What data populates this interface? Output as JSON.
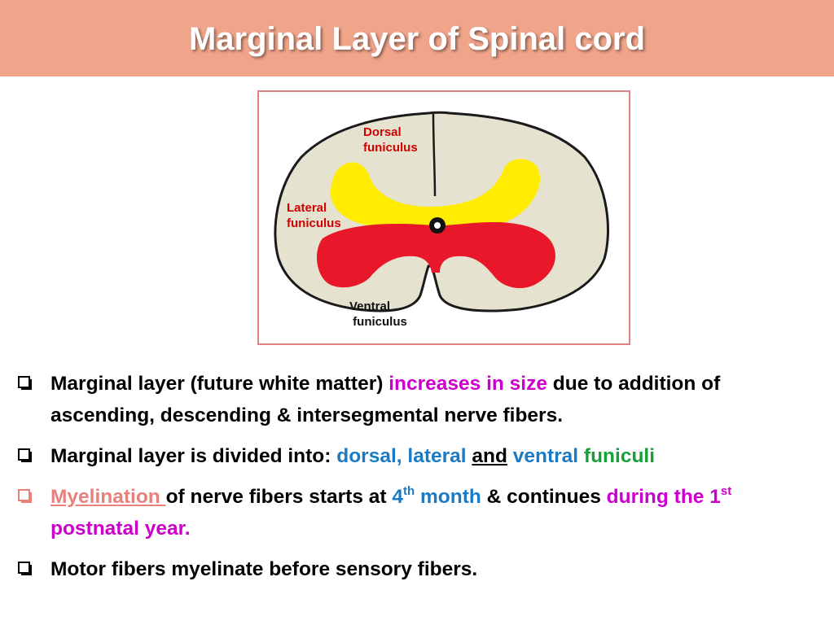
{
  "header": {
    "title": "Marginal Layer of Spinal cord"
  },
  "diagram": {
    "labels": {
      "dorsal_line1": "Dorsal",
      "dorsal_line2": "funiculus",
      "lateral_line1": "Lateral",
      "lateral_line2": "funiculus",
      "ventral_line1": "Ventral",
      "ventral_line2": " funiculus"
    },
    "colors": {
      "white_matter": "#e5e2cf",
      "alar_yellow": "#ffec00",
      "basal_red": "#e8172a",
      "label_red": "#d10000"
    }
  },
  "bullets": {
    "b1": {
      "part1": "Marginal layer (future white matter) ",
      "highlight": "increases in size",
      "part2": " due to addition of ascending, descending & intersegmental nerve fibers."
    },
    "b2": {
      "part1": "Marginal layer is divided into: ",
      "dorsal_lateral": "dorsal, lateral ",
      "and": "and",
      "ventral": " ventral ",
      "funiculi": "funiculi"
    },
    "b3": {
      "myelination": "Myelination ",
      "part1": "of nerve fibers starts at ",
      "num": "4",
      "sup1": "th",
      "month": " month",
      "part2": " & continues ",
      "during": "during",
      "the1": " the 1",
      "sup2": "st",
      "postnatal": " postnatal year."
    },
    "b4": {
      "text": "Motor fibers myelinate before sensory fibers."
    }
  }
}
